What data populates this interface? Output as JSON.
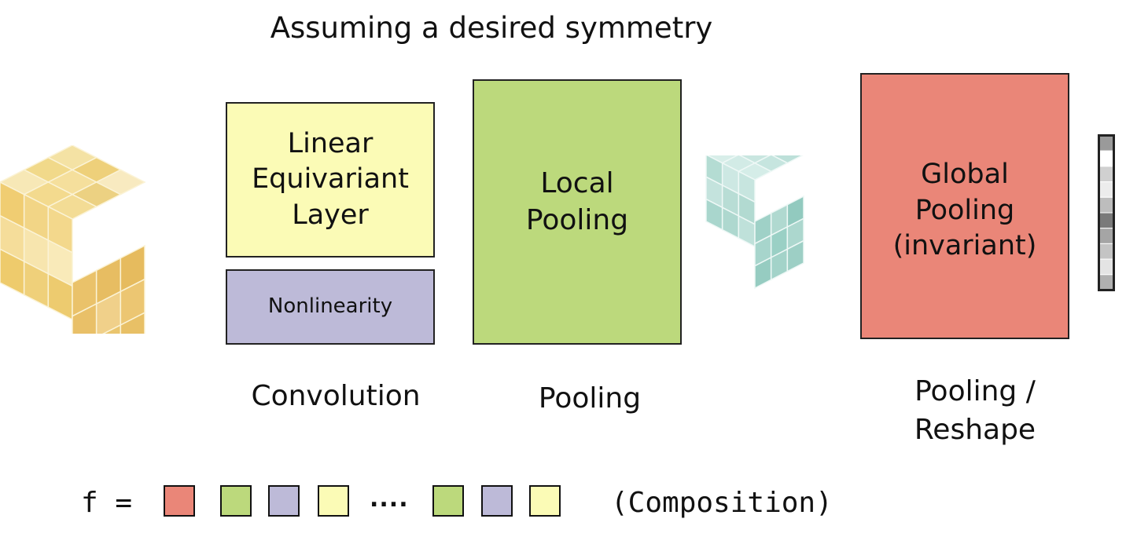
{
  "title": "Assuming a desired symmetry",
  "blocks": {
    "linear": {
      "label": "Linear\nEquivariant\nLayer",
      "color": "#fbfbb6"
    },
    "nonlinearity": {
      "label": "Nonlinearity",
      "color": "#bdbad8"
    },
    "local_pooling": {
      "label": "Local\nPooling",
      "color": "#bcd97c"
    },
    "global_pooling": {
      "label": "Global\nPooling\n(invariant)",
      "color": "#ea8678"
    }
  },
  "captions": {
    "convolution": "Convolution",
    "pooling": "Pooling",
    "pooling_reshape": "Pooling /\nReshape"
  },
  "formula": {
    "prefix": "f =",
    "ellipsis": "....",
    "suffix": "(Composition)",
    "sequence": [
      "global_pooling",
      "local_pooling",
      "nonlinearity",
      "linear",
      "ellipsis",
      "local_pooling",
      "nonlinearity",
      "linear"
    ]
  },
  "icons": {
    "input_cube": "yellow-grid-cube-icon",
    "feature_cube": "teal-grid-cube-icon",
    "output_vector": "grayscale-vector-icon"
  },
  "colors": {
    "input_cube": "#f3d87a",
    "feature_cube": "#a9d8d0"
  }
}
